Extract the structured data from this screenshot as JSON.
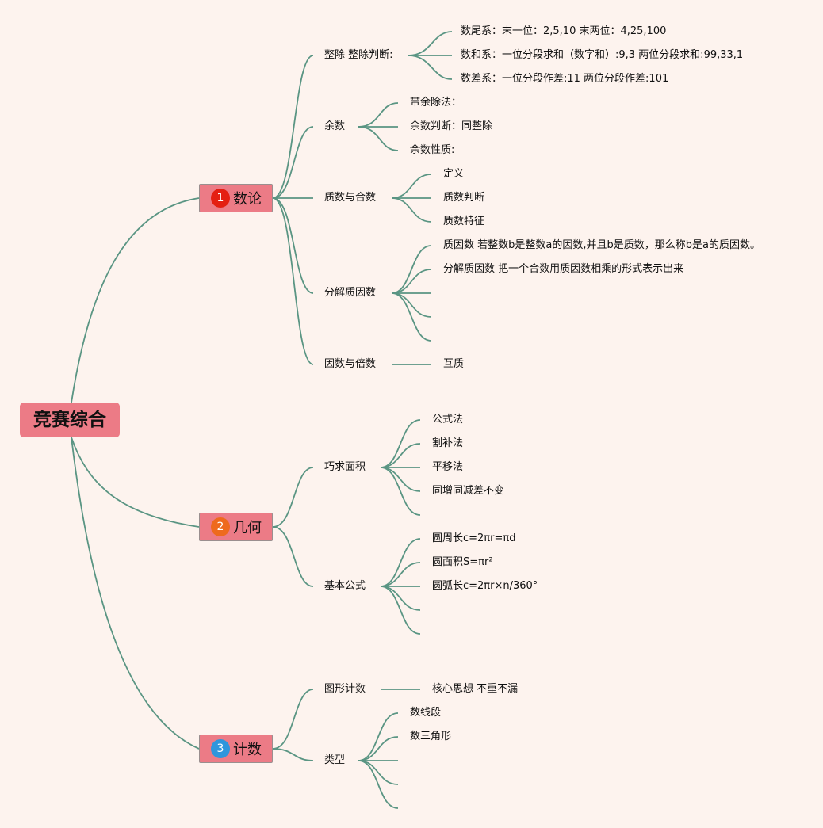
{
  "root": {
    "label": "竞赛综合"
  },
  "branches": [
    {
      "badge": "1",
      "badge_color": "#e41f12",
      "label": "数论",
      "children": [
        {
          "label": "整除 整除判断:",
          "items": [
            "数尾系：末一位：2,5,10 末两位：4,25,100",
            "数和系：一位分段求和（数字和）:9,3 两位分段求和:99,33,1",
            "数差系：一位分段作差:11 两位分段作差:101"
          ]
        },
        {
          "label": "余数",
          "items": [
            "带余除法：",
            "余数判断：同整除",
            "余数性质:"
          ]
        },
        {
          "label": "质数与合数",
          "items": [
            "定义",
            "质数判断",
            "质数特征"
          ]
        },
        {
          "label": "分解质因数",
          "items": [
            "质因数 若整数b是整数a的因数,并且b是质数，那么称b是a的质因数。",
            "分解质因数 把一个合数用质因数相乘的形式表示出来",
            "",
            "",
            ""
          ]
        },
        {
          "label": "因数与倍数",
          "items": [
            "互质"
          ]
        }
      ]
    },
    {
      "badge": "2",
      "badge_color": "#ee6a1e",
      "label": "几何",
      "children": [
        {
          "label": "巧求面积",
          "items": [
            "公式法",
            "割补法",
            "平移法",
            "同增同减差不变",
            ""
          ]
        },
        {
          "label": "基本公式",
          "items": [
            "圆周长c=2πr=πd",
            "圆面积S=πr²",
            "圆弧长c=2πr×n/360°",
            "",
            ""
          ]
        }
      ]
    },
    {
      "badge": "3",
      "badge_color": "#2f96dc",
      "label": "计数",
      "children": [
        {
          "label": "图形计数",
          "items": [
            "核心思想 不重不漏"
          ]
        },
        {
          "label": "类型",
          "items": [
            "数线段",
            "数三角形",
            "",
            "",
            ""
          ]
        }
      ]
    }
  ],
  "colors": {
    "background": "#fdf3ee",
    "node_fill": "#ec7b86",
    "link": "#5a9583"
  }
}
